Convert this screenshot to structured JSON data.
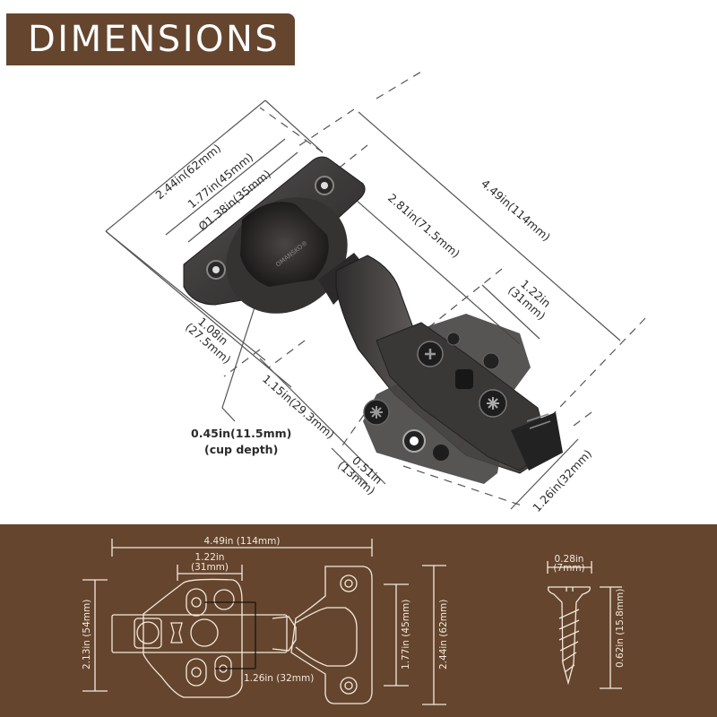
{
  "header": {
    "title": "DIMENSIONS",
    "badge_color": "#65452e",
    "text_color": "#ffffff"
  },
  "hinge_photo": {
    "brand_mark": "OMANSKO®",
    "finish": "black nickel",
    "dimensions": {
      "overall_width_cup": "2.44in(62mm)",
      "screw_hole_spacing_cup": "1.77in(45mm)",
      "cup_diameter": "Ø1.38in(35mm)",
      "arm_length": "2.81in(71.5mm)",
      "overall_length": "4.49in(114mm)",
      "plate_width": "1.22in",
      "plate_width_mm": "(31mm)",
      "cup_offset": "1.08in",
      "cup_offset_mm": "(27.5mm)",
      "arm_depth": "1.15in(29.3mm)",
      "cup_depth": "0.45in(11.5mm)",
      "cup_depth_note": "(cup depth)",
      "plate_thickness": "0.51in",
      "plate_thickness_mm": "(13mm)",
      "plate_hole_spacing": "1.26in(32mm)"
    }
  },
  "technical_drawing": {
    "panel_color": "#65452e",
    "line_color": "#f3e9dc",
    "hinge_top_view": {
      "overall_length": "4.49in (114mm)",
      "plate_width": "1.22in",
      "plate_width_mm": "(31mm)",
      "plate_height": "2.13in (54mm)",
      "hole_spacing": "1.26in (32mm)",
      "cup_hole_spacing": "1.77in (45mm)",
      "cup_plate_height": "2.44in (62mm)"
    },
    "screw": {
      "head_diameter": "0.28in",
      "head_diameter_mm": "(7mm)",
      "length": "0.62in (15.8mm)"
    }
  }
}
